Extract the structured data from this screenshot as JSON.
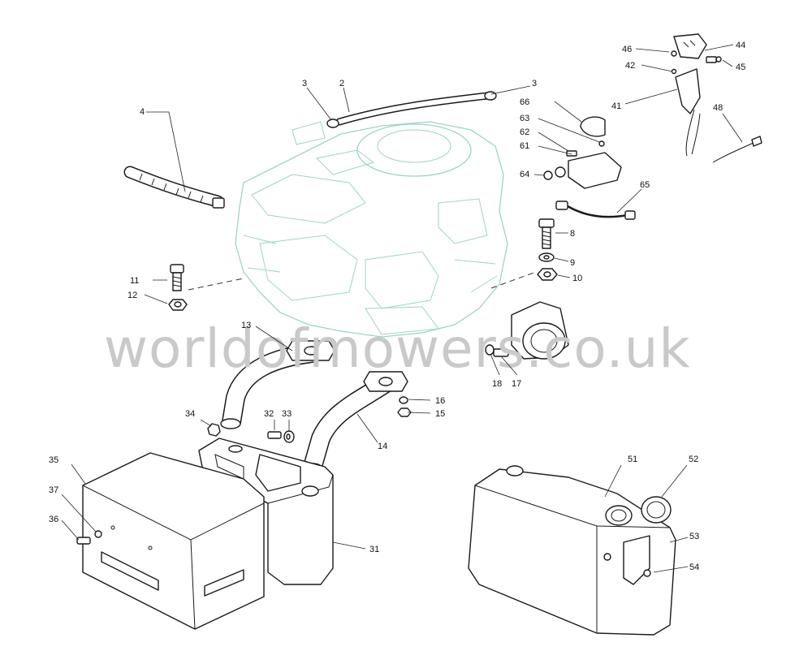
{
  "watermark": "worldofmowers.co.uk",
  "colors": {
    "engine_outline": "#9ad6c5",
    "parts": "#1a1a1a",
    "watermark": "#c9c9c9"
  },
  "callouts": {
    "c2": "2",
    "c3a": "3",
    "c3b": "3",
    "c4": "4",
    "c8": "8",
    "c9": "9",
    "c10": "10",
    "c11": "11",
    "c12": "12",
    "c13": "13",
    "c14": "14",
    "c15": "15",
    "c16": "16",
    "c17": "17",
    "c18": "18",
    "c31": "31",
    "c32": "32",
    "c33": "33",
    "c34": "34",
    "c35": "35",
    "c36": "36",
    "c37": "37",
    "c41": "41",
    "c42": "42",
    "c44": "44",
    "c45": "45",
    "c46": "46",
    "c48": "48",
    "c51": "51",
    "c52": "52",
    "c53": "53",
    "c54": "54",
    "c61": "61",
    "c62": "62",
    "c63": "63",
    "c64": "64",
    "c65": "65",
    "c66": "66"
  }
}
